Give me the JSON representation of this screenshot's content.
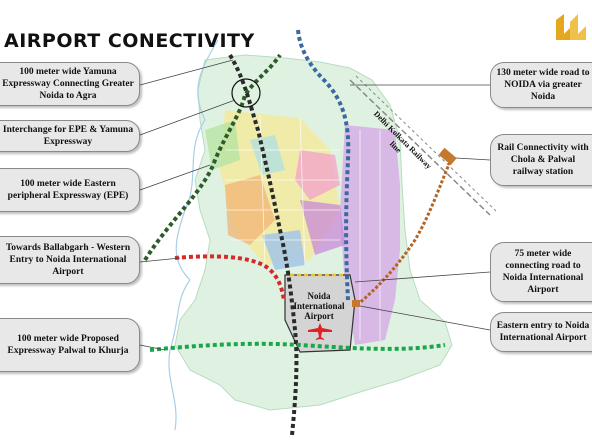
{
  "title": "AIRPORT CONECTIVITY",
  "map": {
    "airport_label": "Noida\nInternational\nAirport",
    "railway_label": "Delhi Kolkata Railway\nline"
  },
  "callouts": {
    "left": [
      "100 meter wide Yamuna Expressway Connecting Greater Noida to Agra",
      "Interchange for EPE & Yamuna Expressway",
      "100 meter wide Eastern peripheral Expressway (EPE)",
      "Towards Ballabgarh - Western Entry to Noida International Airport",
      "100 meter wide Proposed Expressway Palwal to Khurja"
    ],
    "right": [
      "130 meter wide road to NOIDA via greater Noida",
      "Rail Connectivity with Chola & Palwal railway station",
      "75 meter wide connecting road to Noida International Airport",
      "Eastern entry to Noida International Airport"
    ]
  },
  "colors": {
    "yamuna_expressway": "#2b2b2b",
    "epe": "#2f5a2a",
    "greater_noida_road": "#3b6aa0",
    "rail_connectivity": "#b4621f",
    "ballabgarh_road": "#d42a2a",
    "palwal_khurja": "#1aa64a",
    "connecting_road": "#e9c42a",
    "logo": "#e3a81c"
  },
  "icons": [
    "airplane-icon",
    "logo-icon"
  ]
}
